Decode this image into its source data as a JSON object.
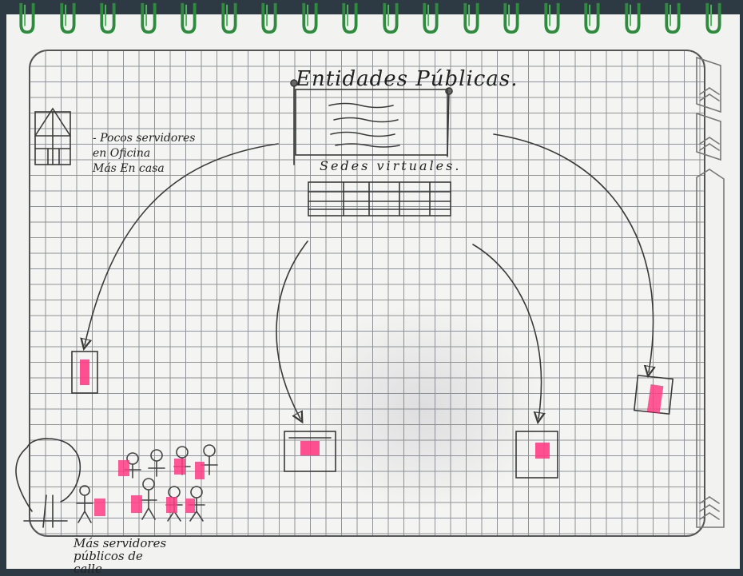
{
  "diagram": {
    "title": "Entidades Públicas.",
    "sedes_label": "Sedes virtuales.",
    "office_note": "- Pocos servidores\nen Oficina\nMás En casa",
    "bottom_note": "Más servidores\npúblicos de\ncalle"
  },
  "colors": {
    "ink": "#3a3a3a",
    "highlight": "#ff3d85",
    "grid": "#8f9296",
    "paper": "#f4f4f2",
    "spiral": "#2e8b3e"
  },
  "icons": [
    "building-icon",
    "screen-icon",
    "device-icon",
    "person-icon",
    "tree-icon",
    "chevron-icon"
  ]
}
